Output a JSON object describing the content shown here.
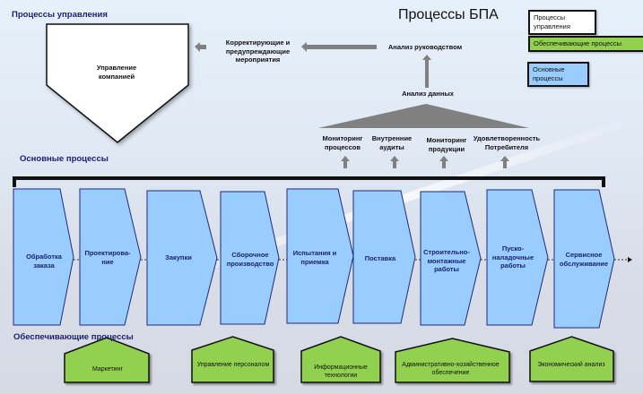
{
  "title": "Процессы БПА",
  "sections": {
    "management": "Процессы управления",
    "main": "Основные процессы",
    "support": "Обеспечивающие процессы"
  },
  "legend": [
    {
      "label": "Процессы управления",
      "color": "#ffffff"
    },
    {
      "label": "Обеспечивающие процессы",
      "color": "#92d050"
    },
    {
      "label": "Основные процессы",
      "color": "#99ccff"
    }
  ],
  "management_box": {
    "label": "Управление компанией",
    "color": "#ffffff"
  },
  "feedback": {
    "corrective": "Корректирующие и предупреждающие мероприятия",
    "mgmt_review": "Анализ руководством",
    "data_analysis": "Анализ данных"
  },
  "monitoring": [
    "Мониторинг процессов",
    "Внутренние аудиты",
    "Мониторинг продукции",
    "Удовлетворенность Потребителя"
  ],
  "main_processes": [
    "Обработка заказа",
    "Проектирова-ние",
    "Закупки",
    "Сборочное производство",
    "Испытания и приемка",
    "Поставка",
    "Строительно-монтажные работы",
    "Пуско-наладочные работы",
    "Сервисное обслуживание"
  ],
  "support_processes": [
    "Маркетинг",
    "Управление персоналом",
    "Информационные технологии",
    "Административно-хозяйственное обеспечение",
    "Экономический анализ"
  ],
  "colors": {
    "main_fill": "#99ccff",
    "main_stroke": "#1f2a7a",
    "support_fill": "#92d050",
    "arrow_gray": "#808080",
    "section_title": "#1a1f6e"
  }
}
